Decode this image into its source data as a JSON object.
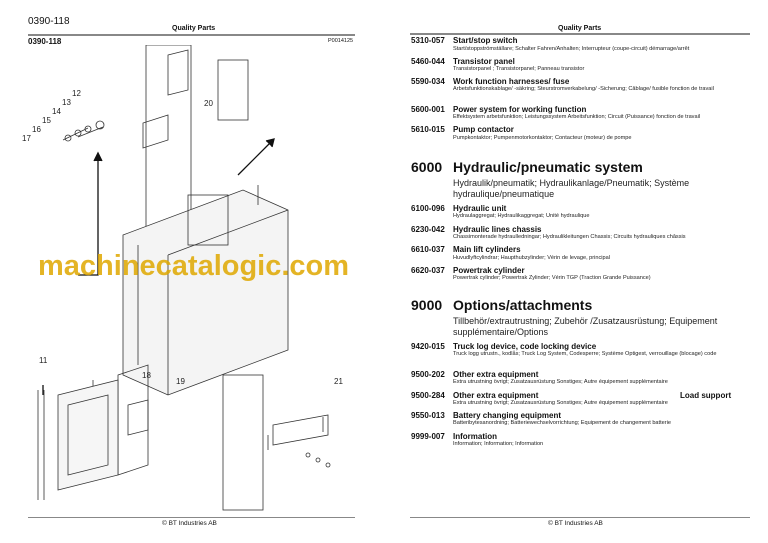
{
  "left": {
    "page_ref": "0390-118",
    "header": "Quality Parts",
    "section_code": "0390-118",
    "drawing_id": "P0014125",
    "callouts": [
      "12",
      "13",
      "14",
      "15",
      "16",
      "17",
      "20",
      "11",
      "18",
      "19",
      "21"
    ],
    "footer": "© BT Industries AB"
  },
  "right": {
    "header": "Quality Parts",
    "footer": "© BT Industries AB",
    "items_top": [
      {
        "code": "5310-057",
        "title": "Start/stop switch",
        "desc": "Start/stoppströmställare; Schalter Fahren/Anhalten; Interrupteur (coupe-circuit) démarrage/arrêt"
      },
      {
        "code": "5460-044",
        "title": "Transistor panel",
        "desc": "Transistorpanel ; Transistorpanel; Panneau transistor"
      },
      {
        "code": "5590-034",
        "title": "Work function harnesses/ fuse",
        "desc": "Arbetsfunktionskablage/ -säkring; Steurstromverkabelung/ -Sicherung; Câblage/ fusible fonction de travail"
      },
      {
        "code": "5600-001",
        "title": "Power system for working function",
        "desc": "Effektsystem arbetsfunktion; Leistungssystem Arbeitsfunktion; Circuit (Puissance) fonction de travail"
      },
      {
        "code": "5610-015",
        "title": "Pump contactor",
        "desc": "Pumpkontaktor; Pumpenmotorkontaktor; Contacteur (moteur) de pompe"
      }
    ],
    "group6000": {
      "code": "6000",
      "title": "Hydraulic/pneumatic system",
      "desc": "Hydraulik/pneumatik; Hydraulikanlage/Pneumatik; Système hydraulique/pneumatique",
      "items": [
        {
          "code": "6100-096",
          "title": "Hydraulic unit",
          "desc": "Hydraulaggregat; Hydraulikaggregat; Unité hydraulique"
        },
        {
          "code": "6230-042",
          "title": "Hydraulic lines chassis",
          "desc": "Chassimonterade hydraulledningar; Hydraulikleitungen Chassis; Circuits hydrauliques châssis"
        },
        {
          "code": "6610-037",
          "title": "Main lift cylinders",
          "desc": "Huvudlyftcylindrar; Haupthubzylinder; Vérin de levage, principal"
        },
        {
          "code": "6620-037",
          "title": "Powertrak cylinder",
          "desc": "Powertrak cylinder; Powertrak Zylinder; Vérin TGP (Traction Grande Puissance)"
        }
      ]
    },
    "group9000": {
      "code": "9000",
      "title": "Options/attachments",
      "desc": "Tillbehör/extrautrustning; Zubehör /Zusatzausrüstung; Equipement supplémentaire/Options",
      "items": [
        {
          "code": "9420-015",
          "title": "Truck log device, code locking device",
          "desc": "Truck logg utrustn., kodlås; Truck Log System, Codesperre; Système Optigest, verrouillage (blocage) code",
          "note": ""
        },
        {
          "code": "9500-202",
          "title": "Other extra equipment",
          "desc": "Extra utrustning övrigt; Zusatzausrüstung Sonstiges; Autre équipement supplémentaire",
          "note": ""
        },
        {
          "code": "9500-284",
          "title": "Other extra equipment",
          "desc": "Extra utrustning övrigt; Zusatzausrüstung Sonstiges; Autre équipement supplémentaire",
          "note": "Load support"
        },
        {
          "code": "9550-013",
          "title": "Battery changing equipment",
          "desc": "Batteribytesanordning; Batteriewechselvorrichtung; Equipement de changement batterie",
          "note": ""
        },
        {
          "code": "9999-007",
          "title": "Information",
          "desc": "Information; Information; Information",
          "note": ""
        }
      ]
    }
  },
  "watermark": "machinecatalogic.com"
}
